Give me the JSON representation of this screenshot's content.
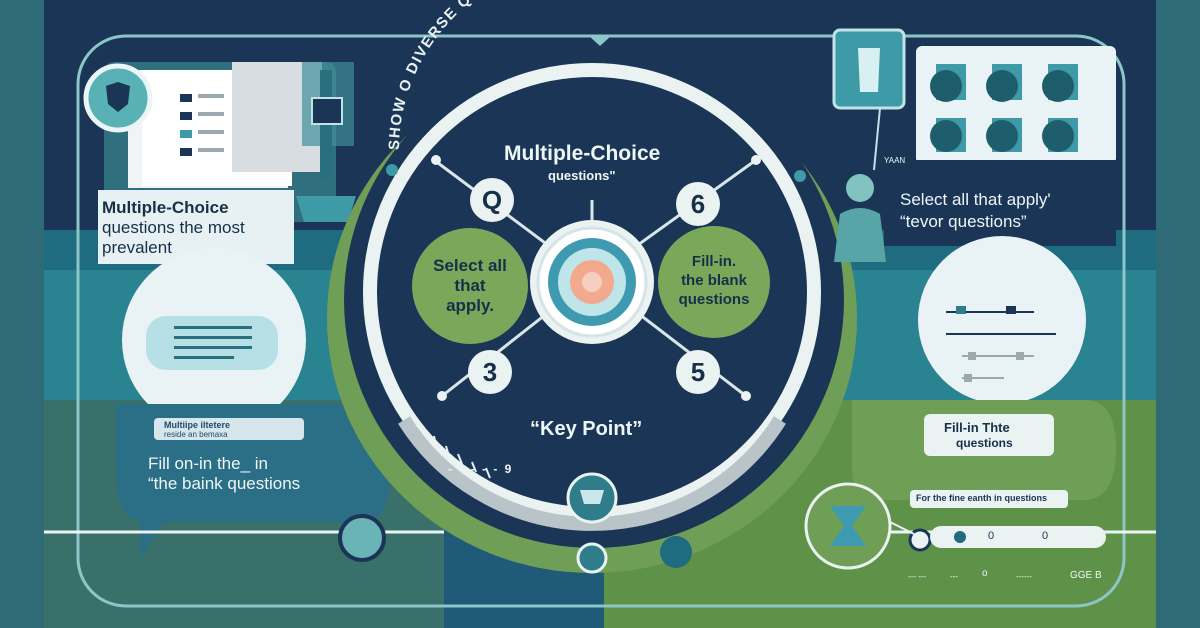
{
  "header": {
    "arc_title": "SHOW O DIVERSE QUESTIOT O QUESTION TYPES"
  },
  "center": {
    "title": "Multiple-Choice",
    "subtitle": "questions\"",
    "key_point": "“Key Point”",
    "markers": [
      "Q",
      "6",
      "3",
      "5"
    ],
    "scale_text": "-  -  -  -  -  9"
  },
  "bubbles": {
    "left": [
      "Select all",
      "that",
      "apply."
    ],
    "right": [
      "Fill-in.",
      "the blank",
      "questions"
    ]
  },
  "left_panel": {
    "caption_line1": "Multiple-Choice",
    "caption_line2": "questions the most",
    "caption_line3": "prevalent"
  },
  "bottom_left": {
    "tag_line1": "Multiipe iltetere",
    "tag_line2": "reside an bemaxa",
    "text_line1": "Fill on-in the_ in",
    "text_line2": "“the baink questions"
  },
  "right_panel": {
    "tiny_label": "YAAN",
    "caption_line1": "Select all that apply'",
    "caption_line2": "“tevor questions”"
  },
  "bottom_right": {
    "box_line1": "Fill-in Thte",
    "box_line2": "questions",
    "strip_label": "For the fine eanth in questions",
    "pill_values": [
      "0",
      "0"
    ],
    "footer_marks": [
      "--- ---",
      "---",
      "o",
      "------",
      "GGE B"
    ]
  },
  "colors": {
    "navy": "#1b3556",
    "teal": "#2f7d8a",
    "green": "#6a9a4d",
    "pale": "#e9f3f5"
  }
}
